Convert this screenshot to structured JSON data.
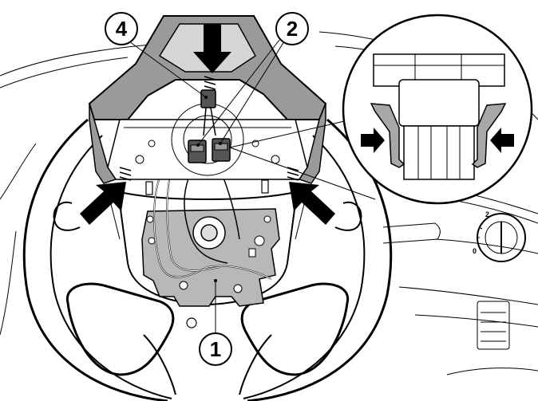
{
  "callouts": {
    "one": "1",
    "two": "2",
    "four": "4"
  },
  "dial": {
    "zero": "0",
    "two": "2"
  }
}
